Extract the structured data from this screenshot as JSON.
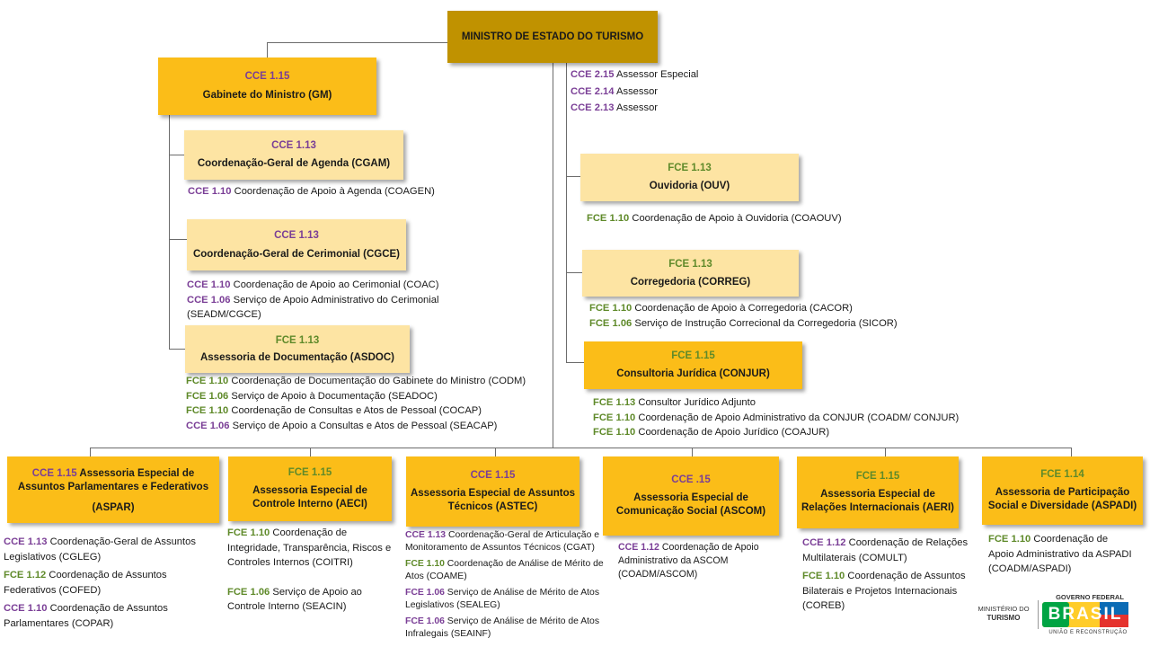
{
  "root": {
    "label": "MINISTRO  DE ESTADO DO TURISMO"
  },
  "assessores": [
    {
      "code": "CCE 2.15",
      "text": "Assessor Especial"
    },
    {
      "code": "CCE 2.14",
      "text": "Assessor"
    },
    {
      "code": "CCE 2.13",
      "text": "Assessor"
    }
  ],
  "gm": {
    "code": "CCE 1.15",
    "name": "Gabinete do Ministro (GM)"
  },
  "cgam": {
    "code": "CCE 1.13",
    "name": "Coordenação-Geral de Agenda (CGAM)",
    "subs": [
      {
        "code": "CCE 1.10",
        "text": "Coordenação  de Apoio à Agenda (COAGEN)"
      }
    ]
  },
  "cgce": {
    "code": "CCE 1.13",
    "name": "Coordenação-Geral de Cerimonial (CGCE)",
    "subs": [
      {
        "code": "CCE 1.10",
        "text": "Coordenação  de Apoio ao Cerimonial (COAC)"
      },
      {
        "code": "CCE 1.06",
        "text": " Serviço de Apoio Administrativo do Cerimonial (SEADM/CGCE)"
      }
    ]
  },
  "asdoc": {
    "code": "FCE 1.13",
    "name": "Assessoria  de Documentação  (ASDOC)",
    "subs": [
      {
        "code": "FCE 1.10",
        "text": "Coordenação de Documentação do Gabinete do Ministro (CODM)"
      },
      {
        "code": "FCE 1.06",
        "text": "Serviço de Apoio à Documentação  (SEADOC)"
      },
      {
        "code": "FCE 1.10",
        "text": " Coordenação de Consultas  e Atos de Pessoal  (COCAP)"
      },
      {
        "code": "CCE 1.06",
        "text": "Serviço de Apoio a Consultas e Atos de Pessoal (SEACAP)"
      }
    ]
  },
  "ouv": {
    "code": "FCE 1.13",
    "name": "Ouvidoria  (OUV)",
    "subs": [
      {
        "code": "FCE 1.10",
        "text": "Coordenação de Apoio à Ouvidoria  (COAOUV)"
      }
    ]
  },
  "correg": {
    "code": "FCE 1.13",
    "name": "Corregedoria  (CORREG)",
    "subs": [
      {
        "code": "FCE 1.10",
        "text": "Coordenação  de Apoio à Corregedoria (CACOR)"
      },
      {
        "code": "FCE 1.06",
        "text": "Serviço de Instrução  Correcional da Corregedoria (SICOR)"
      }
    ]
  },
  "conjur": {
    "code": "FCE 1.15",
    "name": "Consultoria  Jurídica  (CONJUR)",
    "subs": [
      {
        "code": "FCE 1.13",
        "text": "Consultor Jurídico  Adjunto"
      },
      {
        "code": "FCE 1.10",
        "text": "Coordenação de Apoio Administrativo da CONJUR (COADM/ CONJUR)"
      },
      {
        "code": "FCE 1.10",
        "text": "Coordenação de Apoio Jurídico  (COAJUR)"
      }
    ]
  },
  "aspar": {
    "code": "CCE 1.15",
    "name": "Assessoria  Especial  de Assuntos Parlamentares e Federativos",
    "acr": "(ASPAR)",
    "subs": [
      {
        "code": "CCE 1.13",
        "text": "Coordenação-Geral  de Assuntos Legislativos  (CGLEG)"
      },
      {
        "code": "FCE 1.12",
        "text": "Coordenação  de Assuntos Federativos (COFED)"
      },
      {
        "code": "CCE 1.10",
        "text": "Coordenação  de Assuntos Parlamentares (COPAR)"
      }
    ]
  },
  "aeci": {
    "code": "FCE 1.15",
    "name": "Assessoria  Especial de Controle Interno (AECI)",
    "subs": [
      {
        "code": "FCE 1.10",
        "text": " Coordenação de Integridade, Transparência,  Riscos e Controles Internos (COITRI)"
      },
      {
        "code": "FCE 1.06",
        "text": "Serviço de Apoio ao Controle Interno (SEACIN)"
      }
    ]
  },
  "astec": {
    "code": "CCE 1.15",
    "name": "Assessoria  Especial de Assuntos Técnicos  (ASTEC)",
    "subs": [
      {
        "code": "CCE 1.13",
        "text": "Coordenação-Geral de Articulação e Monitoramento  de Assuntos Técnicos  (CGAT)"
      },
      {
        "code": "FCE 1.10",
        "text": "Coordenação  de Análise de Mérito de Atos (COAME)"
      },
      {
        "code": "FCE 1.06",
        "text": "Serviço de Análise de Mérito de Atos Legislativos (SEALEG)"
      },
      {
        "code": "FCE 1.06",
        "text": "Serviço de Análise de Mérito de Atos Infralegais (SEAINF)"
      }
    ]
  },
  "ascom": {
    "code": "CCE .15",
    "name": "Assessoria  Especial de Comunicação  Social  (ASCOM)",
    "subs": [
      {
        "code": "CCE 1.12",
        "text": "Coordenação  de Apoio Administrativo da ASCOM (COADM/ASCOM)"
      }
    ]
  },
  "aeri": {
    "code": "FCE 1.15",
    "name": "Assessoria  Especial de Relações Internacionais  (AERI)",
    "subs": [
      {
        "code": "CCE 1.12",
        "text": "Coordenação de Relações Multilaterais  (COMULT)"
      },
      {
        "code": "FCE 1.10",
        "text": "Coordenação de Assuntos Bilaterais  e Projetos Internacionais (COREB)"
      }
    ]
  },
  "aspadi": {
    "code": "FCE 1.14",
    "name": "Assessoria  de Participação Social  e Diversidade  (ASPADI)",
    "subs": [
      {
        "code": "FCE 1.10",
        "text": "Coordenação de Apoio Administrativo da ASPADI (COADM/ASPADI)"
      }
    ]
  },
  "logo": {
    "ministry": "MINISTÉRIO DO",
    "ministry2": "TURISMO",
    "gov": "GOVERNO FEDERAL",
    "brasil": "BRASIL",
    "tagline": "UNIÃO E RECONSTRUÇÃO",
    "colors": {
      "green": "#00a443",
      "yellow": "#ffcc29",
      "blue": "#0b6bb5",
      "red": "#e5322d"
    }
  }
}
